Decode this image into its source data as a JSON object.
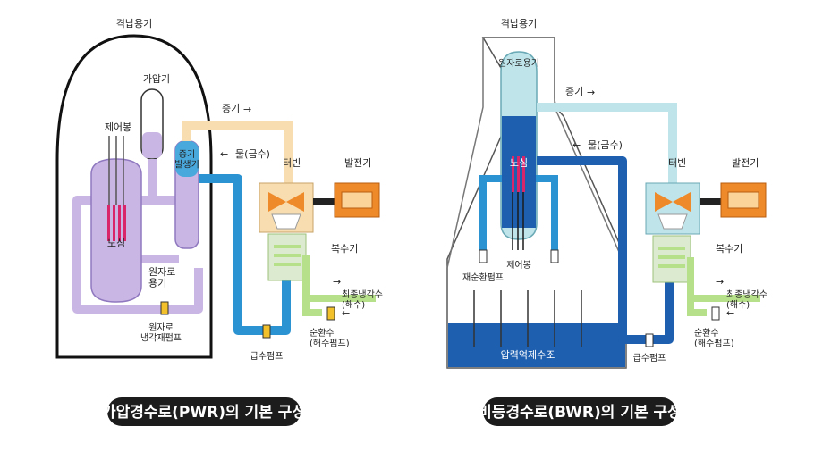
{
  "colors": {
    "purple": "#c9b6e4",
    "purple_dark": "#a48ccf",
    "steam": "#f7ddb0",
    "water_blue": "#2b93d1",
    "deep_blue": "#1e5fb0",
    "light_cyan": "#bfe4ea",
    "green": "#b7e08a",
    "orange": "#ef8a2a",
    "pump_yellow": "#f2c02a",
    "caption_bg": "#1c1c1c"
  },
  "pwr": {
    "containment": "격납용기",
    "pressurizer": "가압기",
    "control_rod": "제어봉",
    "core": "노심",
    "reactor_vessel": "원자로\n용기",
    "steam_generator": "증기\n발생기",
    "steam": "증기",
    "water_feed": "물(급수)",
    "turbine": "터빈",
    "generator": "발전기",
    "condenser": "복수기",
    "final_cooling": "최종냉각수\n(해수)",
    "circ_water": "순환수\n(해수펌프)",
    "feed_pump": "급수펌프",
    "coolant_pump": "원자로\n냉각재펌프",
    "caption": "가압경수로(PWR)의 기본 구성"
  },
  "bwr": {
    "containment": "격납용기",
    "reactor_vessel": "원자로용기",
    "steam": "증기",
    "water_feed": "물(급수)",
    "core": "노심",
    "turbine": "터빈",
    "generator": "발전기",
    "condenser": "복수기",
    "recirc_pump": "재순환펌프",
    "control_rod": "제어봉",
    "final_cooling": "최종냉각수\n(해수)",
    "circ_water": "순환수\n(해수펌프)",
    "suppression_pool": "압력억제수조",
    "feed_pump": "급수펌프",
    "caption": "비등경수로(BWR)의 기본 구성"
  }
}
